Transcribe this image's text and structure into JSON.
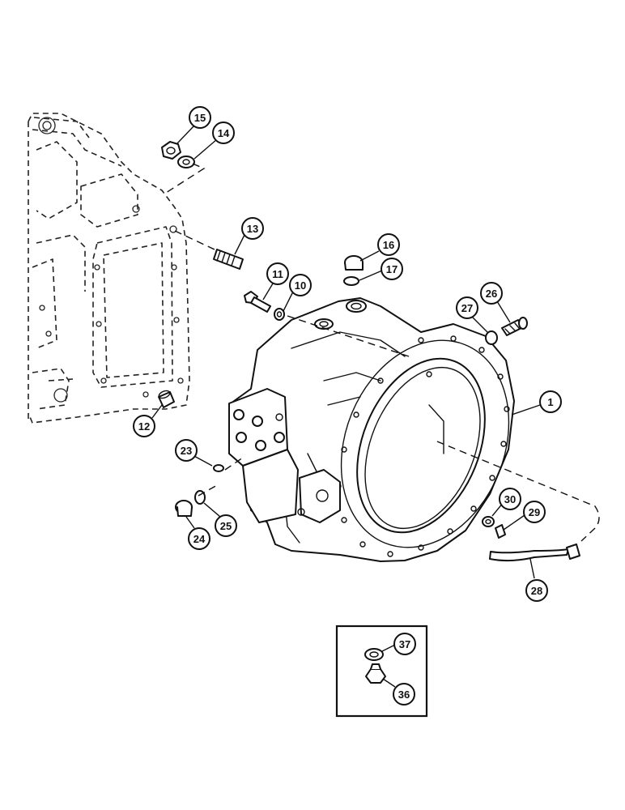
{
  "callouts": {
    "c1": "1",
    "c10": "10",
    "c11": "11",
    "c12": "12",
    "c13": "13",
    "c14": "14",
    "c15": "15",
    "c16": "16",
    "c17": "17",
    "c23": "23",
    "c24": "24",
    "c25": "25",
    "c26": "26",
    "c27": "27",
    "c28": "28",
    "c29": "29",
    "c30": "30",
    "c36": "36",
    "c37": "37"
  }
}
